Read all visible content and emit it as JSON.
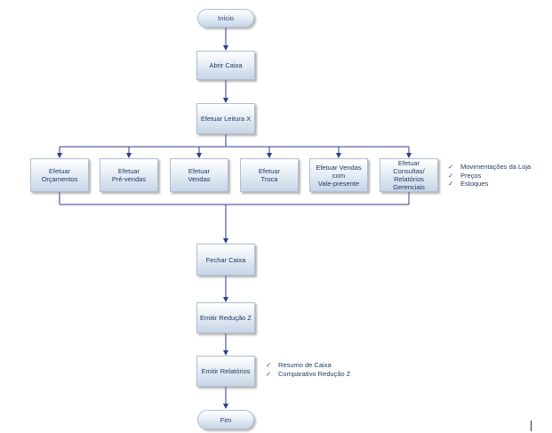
{
  "nodes": {
    "inicio": "Início",
    "abrir_caixa": "Abrir Caixa",
    "leitura_x": "Efetuar Leitura X",
    "orcamentos": "Efetuar\nOrçamentos",
    "pre_vendas": "Efetuar\nPré-vendas",
    "vendas": "Efetuar\nVendas",
    "troca": "Efetuar\nTroca",
    "vale_presente": "Efetuar Vendas\ncom\nVale-presente",
    "consultas": "Efetuar\nConsultas/\nRelatórios\nGerenciais",
    "fechar_caixa": "Fechar Caixa",
    "reducao_z": "Emitir Redução Z",
    "relatorios": "Emitir Relatórios",
    "fim": "Fim"
  },
  "notes": {
    "consultas": [
      "Movimentações da Loja",
      "Preços",
      "Estoques"
    ],
    "relatorios": [
      "Resumo de Caixa",
      "Comparativo Redução Z"
    ]
  },
  "check_glyph": "✓",
  "colors": {
    "line": "#2e3d8f",
    "text": "#1f3b63"
  }
}
